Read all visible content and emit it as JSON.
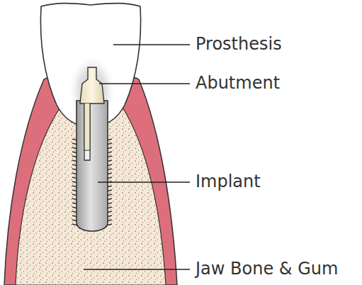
{
  "diagram": {
    "labels": [
      "Prosthesis",
      "Abutment",
      "Implant",
      "Jaw Bone & Gum"
    ]
  }
}
